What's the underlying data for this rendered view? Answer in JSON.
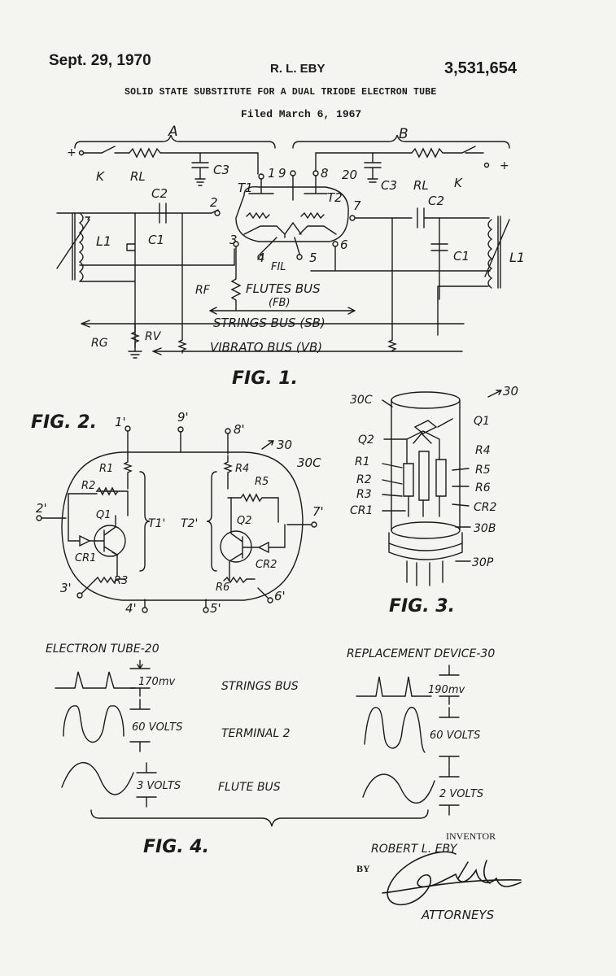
{
  "header": {
    "date": "Sept. 29, 1970",
    "inventor_short": "R. L. EBY",
    "patent_number": "3,531,654",
    "title": "SOLID STATE SUBSTITUTE FOR A DUAL TRIODE ELECTRON TUBE",
    "filed": "Filed March 6, 1967"
  },
  "fig1": {
    "caption": "FIG. 1.",
    "section_a": "A",
    "section_b": "B",
    "labels": {
      "k": "K",
      "rl": "RL",
      "c3": "C3",
      "c2": "C2",
      "c1": "C1",
      "l1": "L1",
      "t1": "T1",
      "t2": "T2",
      "tube": "20",
      "p1": "1",
      "p9": "9",
      "p8": "8",
      "p2": "2",
      "p7": "7",
      "p3": "3",
      "p4": "4",
      "p5": "5",
      "p6": "6",
      "fil": "FIL",
      "rf": "RF",
      "rg": "RG",
      "rv": "RV",
      "plus": "+"
    },
    "buses": {
      "flutes": "FLUTES BUS",
      "flutes_abbr": "(FB)",
      "strings": "STRINGS BUS (SB)",
      "vibrato": "VIBRATO BUS (VB)"
    }
  },
  "fig2": {
    "caption": "FIG. 2.",
    "ref": "30",
    "shell": "30C",
    "pins": {
      "p1": "1'",
      "p9": "9'",
      "p8": "8'",
      "p2": "2'",
      "p7": "7'",
      "p3": "3'",
      "p4": "4'",
      "p5": "5'",
      "p6": "6'"
    },
    "parts": {
      "r1": "R1",
      "r2": "R2",
      "r3": "R3",
      "r4": "R4",
      "r5": "R5",
      "r6": "R6",
      "q1": "Q1",
      "q2": "Q2",
      "cr1": "CR1",
      "cr2": "CR2",
      "t1": "T1'",
      "t2": "T2'"
    }
  },
  "fig3": {
    "caption": "FIG. 3.",
    "labels": [
      "30C",
      "Q2",
      "R1",
      "R2",
      "R3",
      "CR1",
      "30",
      "Q1",
      "R4",
      "R5",
      "R6",
      "CR2",
      "30B",
      "30P"
    ]
  },
  "fig4": {
    "caption": "FIG. 4.",
    "left_title": "ELECTRON TUBE-20",
    "right_title": "REPLACEMENT DEVICE-30",
    "rows": [
      {
        "name": "STRINGS BUS",
        "left": "170mv",
        "right": "190mv"
      },
      {
        "name": "TERMINAL 2",
        "left": "60 VOLTS",
        "right": "60 VOLTS"
      },
      {
        "name": "FLUTE BUS",
        "left": "3 VOLTS",
        "right": "2 VOLTS"
      }
    ]
  },
  "signature": {
    "inventor_label": "INVENTOR",
    "inventor_name": "ROBERT L. EBY",
    "by": "BY",
    "attorneys": "ATTORNEYS"
  }
}
